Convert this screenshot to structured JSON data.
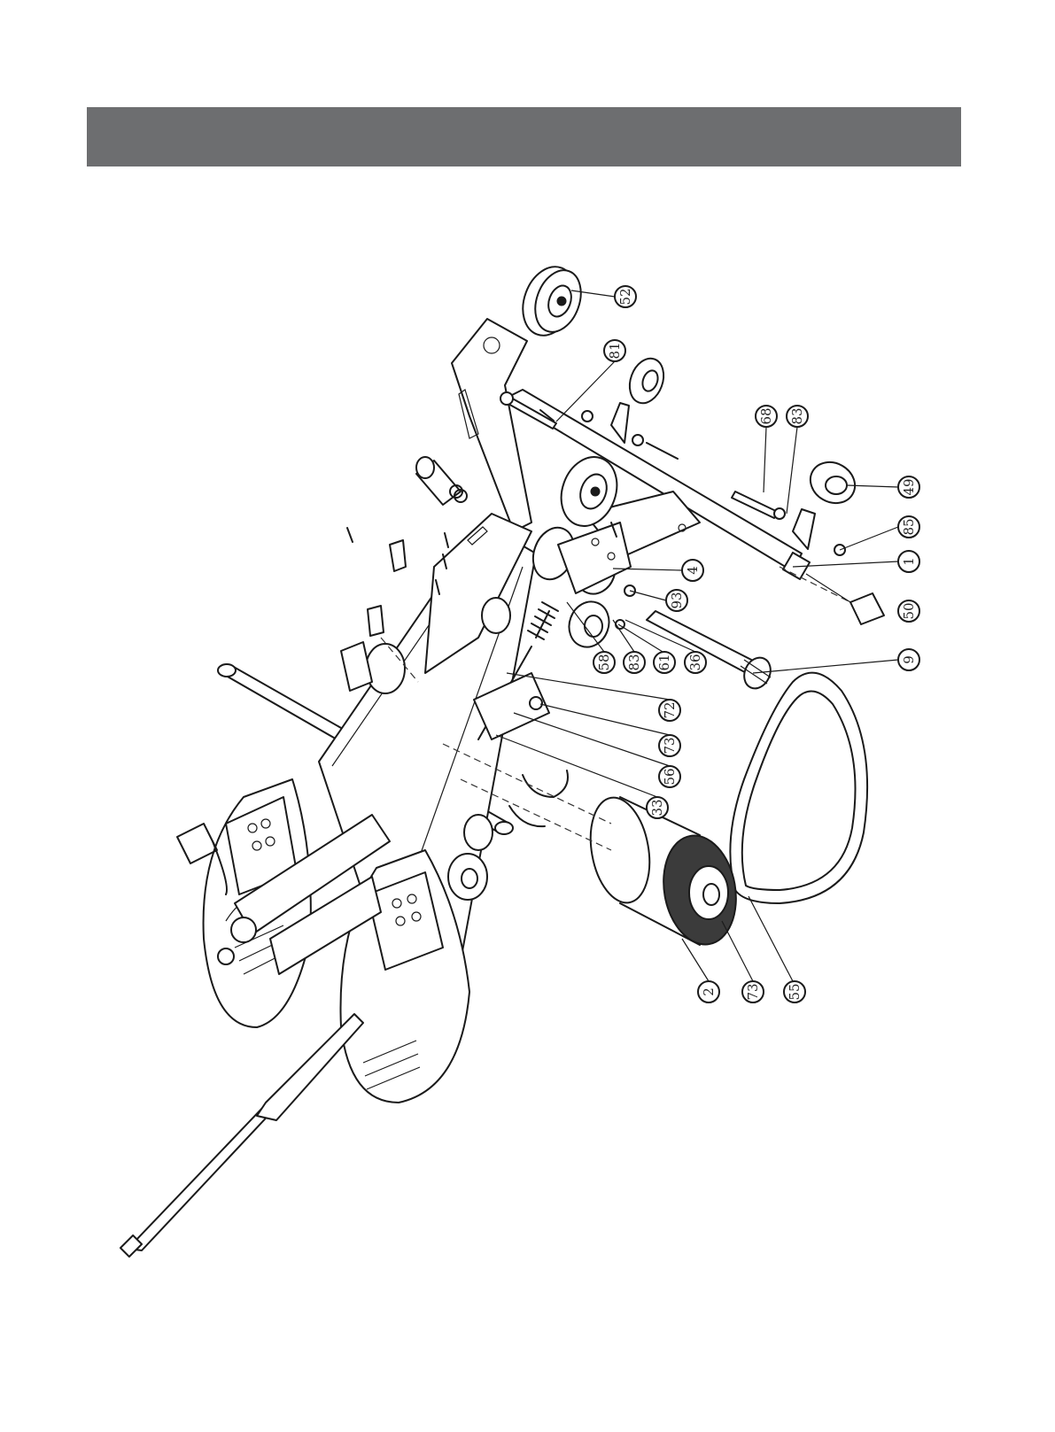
{
  "header": {
    "title": ""
  },
  "colors": {
    "header_bar": "#6d6e70",
    "ink": "#1a1a1a"
  },
  "callouts": [
    {
      "label": "52"
    },
    {
      "label": "81"
    },
    {
      "label": "68"
    },
    {
      "label": "83"
    },
    {
      "label": "49"
    },
    {
      "label": "85"
    },
    {
      "label": "1"
    },
    {
      "label": "4"
    },
    {
      "label": "50"
    },
    {
      "label": "93"
    },
    {
      "label": "9"
    },
    {
      "label": "58"
    },
    {
      "label": "83"
    },
    {
      "label": "61"
    },
    {
      "label": "36"
    },
    {
      "label": "72"
    },
    {
      "label": "73"
    },
    {
      "label": "56"
    },
    {
      "label": "33"
    },
    {
      "label": "2"
    },
    {
      "label": "73"
    },
    {
      "label": "55"
    }
  ]
}
